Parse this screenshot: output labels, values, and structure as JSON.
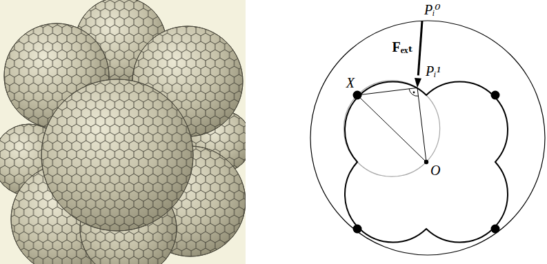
{
  "diagram": {
    "labels": [
      "Pᵢ⁰",
      "Fₑₓₜ",
      "Pᵢ¹",
      "X",
      "O"
    ]
  }
}
